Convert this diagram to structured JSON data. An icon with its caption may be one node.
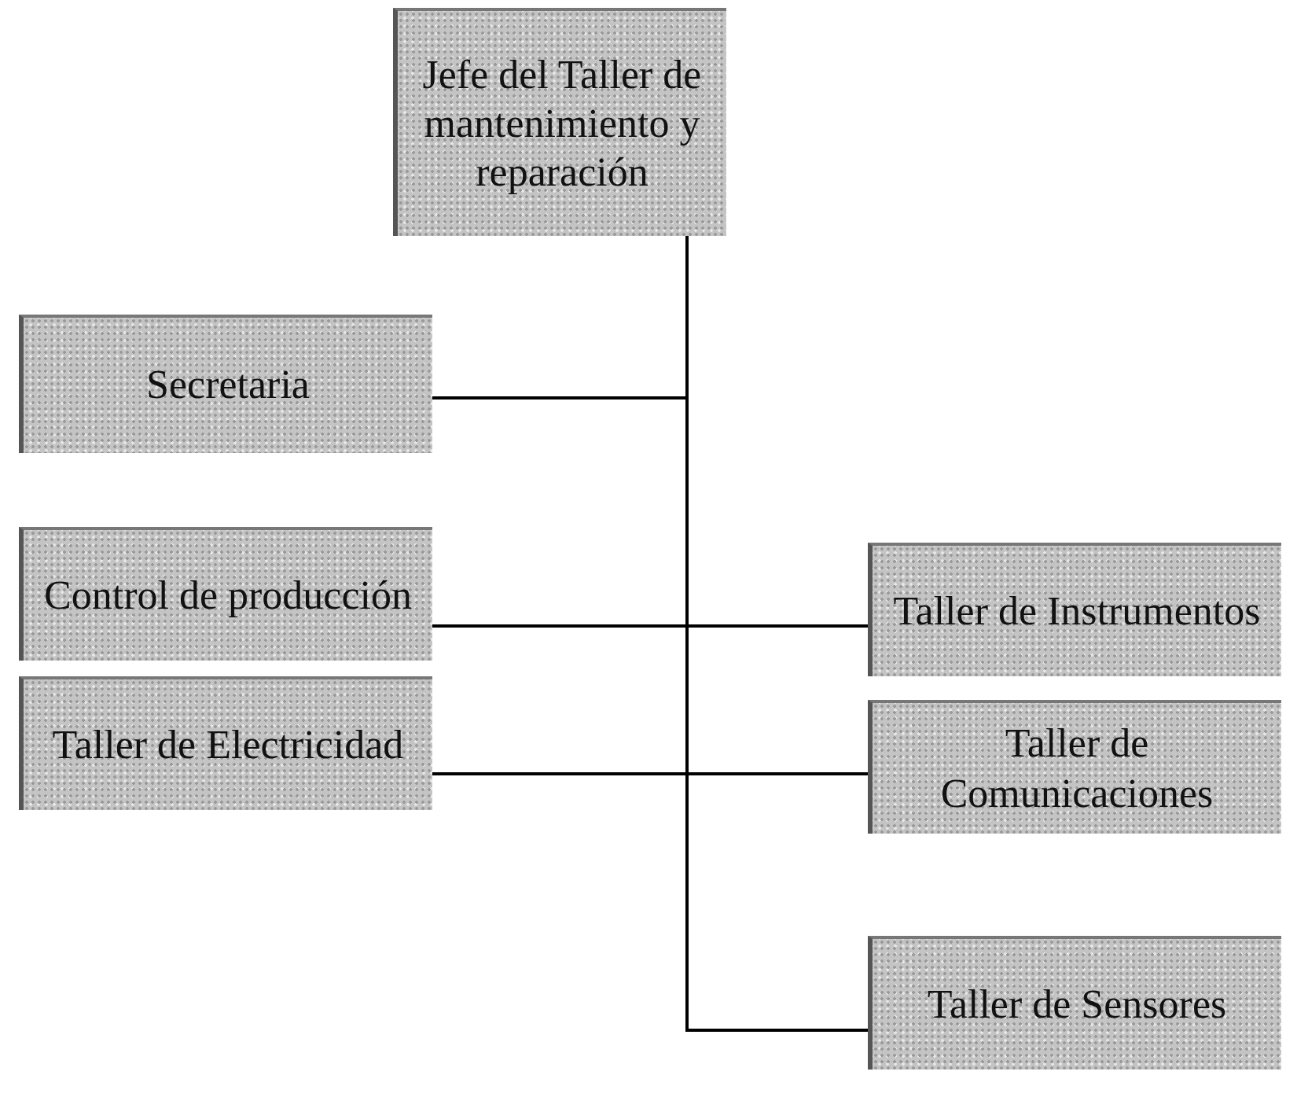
{
  "diagram": {
    "nodes": [
      {
        "text": [
          "Jefe del Taller de mantenimiento y reparación"
        ]
      },
      {
        "text": [
          "Secretaria"
        ]
      },
      {
        "text": [
          "Control de producción"
        ]
      },
      {
        "text": [
          "Taller de Electricidad"
        ]
      },
      {
        "text": [
          "Taller de Instrumentos"
        ]
      },
      {
        "text": [
          "Taller de Comunicaciones"
        ]
      },
      {
        "text": [
          "Taller de Sensores"
        ]
      }
    ],
    "edges": [
      {
        "from": 0,
        "to": 1,
        "arrow": "none"
      },
      {
        "from": 0,
        "to": 2,
        "arrow": "none"
      },
      {
        "from": 0,
        "to": 3,
        "arrow": "none"
      },
      {
        "from": 0,
        "to": 4,
        "arrow": "none"
      },
      {
        "from": 0,
        "to": 5,
        "arrow": "none"
      },
      {
        "from": 0,
        "to": 6,
        "arrow": "none"
      }
    ]
  }
}
